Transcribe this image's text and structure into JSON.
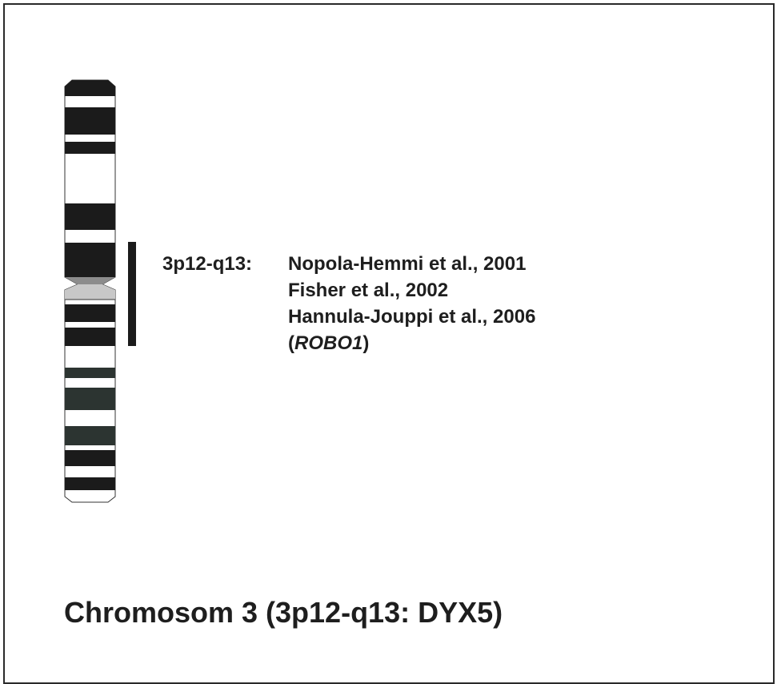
{
  "diagram": {
    "region_label": "3p12-q13:",
    "citations": [
      "Nopola-Hemmi et al., 2001",
      "Fisher et al., 2002",
      "Hannula-Jouppi et al., 2006"
    ],
    "gene": {
      "open": "(",
      "name": "ROBO1",
      "close": ")"
    },
    "title": "Chromosom 3 (3p12-q13: DYX5)"
  },
  "colors": {
    "band_dark": "#1b1b1b",
    "band_gray": "#2c3431",
    "centromere": "#c8c8c8",
    "centromere_dark": "#8c8c8c",
    "outline": "#333333"
  }
}
